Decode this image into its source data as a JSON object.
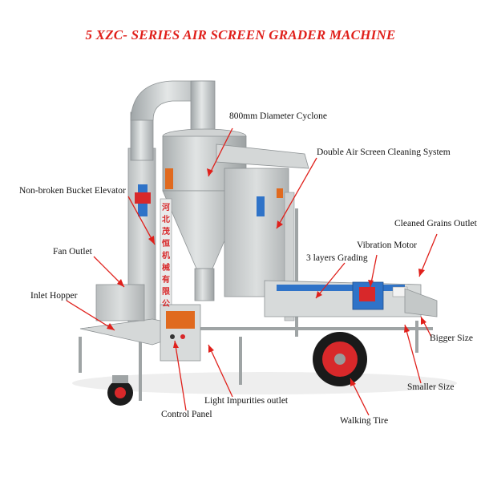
{
  "title": "5 XZC- SERIES AIR SCREEN GRADER MACHINE",
  "panel_text": [
    "河",
    "北",
    "茂",
    "恒",
    "机",
    "械",
    "有",
    "限",
    "公"
  ],
  "labels": {
    "cyclone": "800mm Diameter Cyclone",
    "double_air_screen": "Double Air Screen Cleaning System",
    "bucket_elevator": "Non-broken Bucket Elevator",
    "cleaned_grains_outlet": "Cleaned Grains Outlet",
    "fan_outlet": "Fan Outlet",
    "vibration_motor": "Vibration Motor",
    "layers_grading": "3 layers Grading",
    "inlet_hopper": "Inlet Hopper",
    "bigger_size": "Bigger Size",
    "smaller_size": "Smaller Size",
    "light_impurities": "Light Impurities outlet",
    "control_panel": "Control Panel",
    "walking_tire": "Walking Tire"
  },
  "colors": {
    "title": "#e0201b",
    "arrow": "#e0201b",
    "machine_body": "#c9cccb",
    "machine_shade": "#9ea3a4",
    "accent_blue": "#2f73c8",
    "accent_red": "#d8282a",
    "panel_orange": "#e06a1f"
  }
}
